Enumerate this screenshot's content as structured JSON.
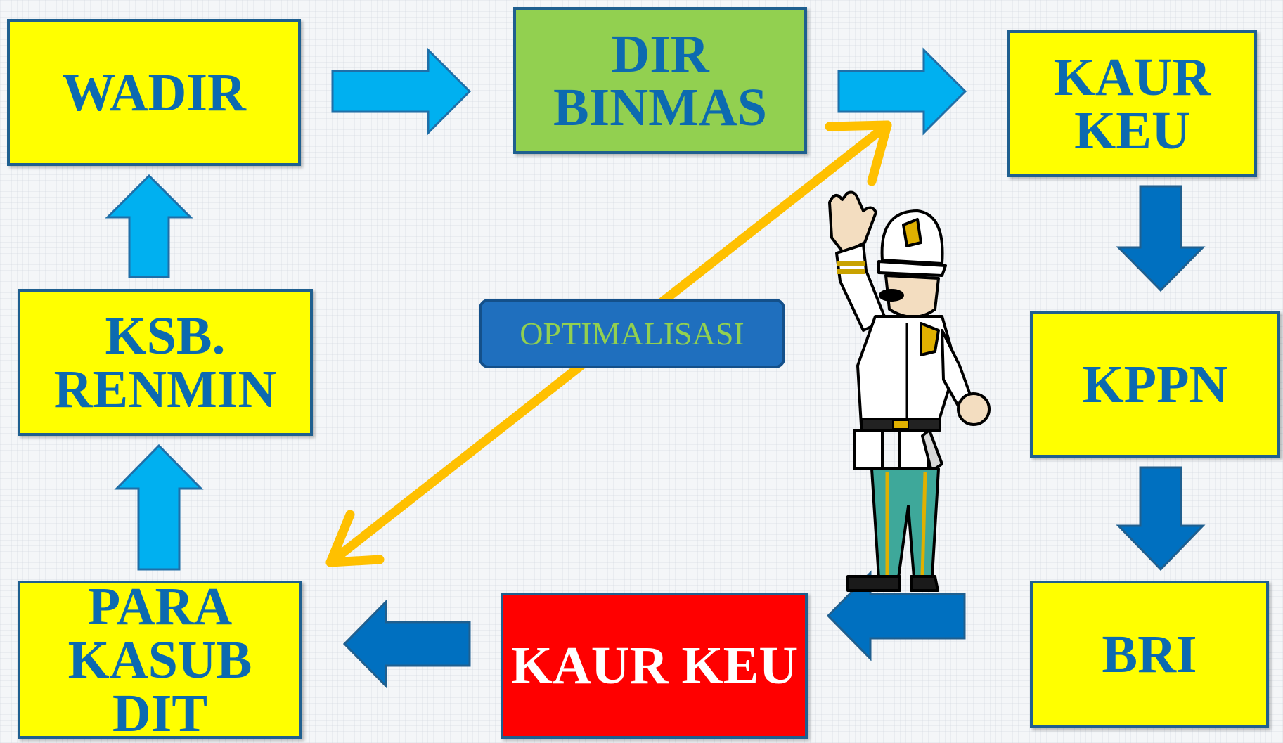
{
  "boxes": {
    "wadir": "WADIR",
    "dir_binmas": "DIR\nBINMAS",
    "kaur_keu_top": "KAUR\nKEU",
    "ksb_renmin": "KSB.\nRENMIN",
    "kppn": "KPPN",
    "para_kasub_dit": "PARA\nKASUB DIT",
    "kaur_keu_bottom": "KAUR KEU",
    "bri": "BRI"
  },
  "optimalisasi_label": "OPTIMALISASI",
  "colors": {
    "box_yellow": "#ffff00",
    "box_green": "#92d050",
    "box_red": "#ff0000",
    "text_blue": "#0c6ab0",
    "arrow_light_blue": "#00b0f0",
    "arrow_dark_blue": "#0070c0",
    "double_arrow": "#ffc000"
  },
  "icons": [
    "police-officer-figure",
    "right-arrow",
    "down-arrow",
    "left-arrow",
    "up-arrow",
    "double-headed-arrow"
  ]
}
